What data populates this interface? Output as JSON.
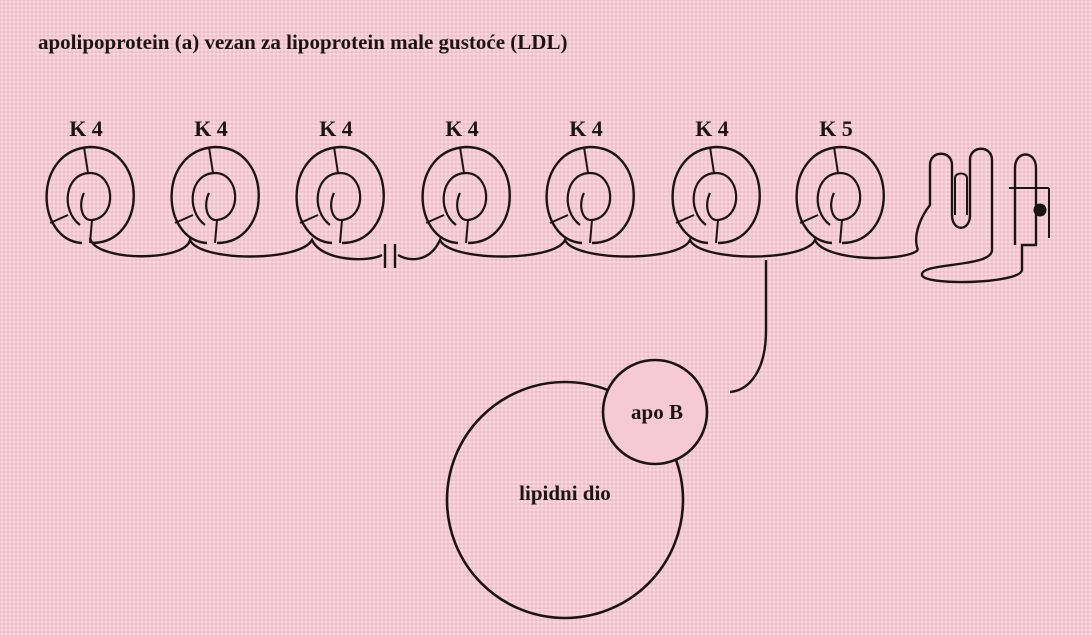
{
  "title": "apolipoprotein (a) vezan za lipoprotein male gustoće (LDL)",
  "kringles": [
    {
      "label": "K 4"
    },
    {
      "label": "K 4"
    },
    {
      "label": "K 4"
    },
    {
      "label": "K 4"
    },
    {
      "label": "K 4"
    },
    {
      "label": "K 4"
    },
    {
      "label": "K 5"
    }
  ],
  "apo_b_label": "apo B",
  "lipid_label": "lipidni dio",
  "colors": {
    "background": "#f5c9d6",
    "stroke": "#1a1416"
  }
}
